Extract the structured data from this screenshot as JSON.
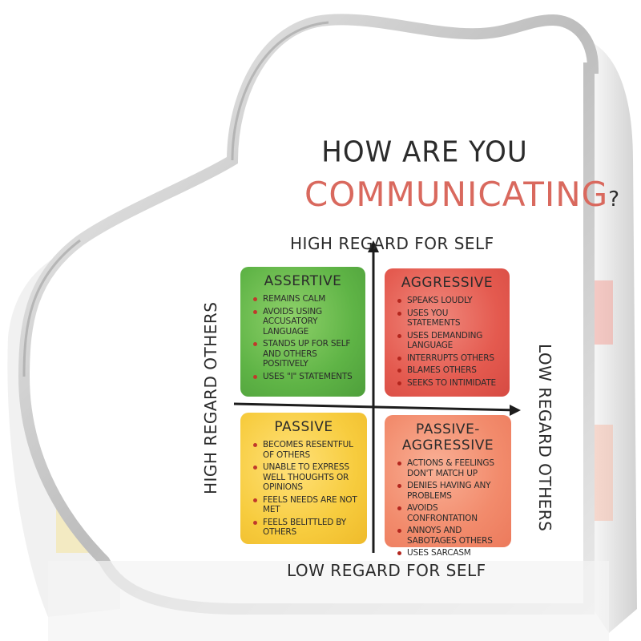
{
  "title": {
    "line1": "HOW ARE YOU",
    "line2": "COMMUNICATING",
    "question_mark": "?"
  },
  "axes": {
    "top": "HIGH REGARD FOR SELF",
    "bottom": "LOW REGARD FOR SELF",
    "left": "HIGH REGARD OTHERS",
    "right": "LOW REGARD OTHERS"
  },
  "quadrants": {
    "assertive": {
      "title": "ASSERTIVE",
      "color": "#5fb446",
      "items": [
        "REMAINS CALM",
        "AVOIDS USING ACCUSATORY LANGUAGE",
        "STANDS UP FOR SELF AND OTHERS POSITIVELY",
        "USES \"I\" STATEMENTS"
      ]
    },
    "aggressive": {
      "title": "AGGRESSIVE",
      "color": "#e45a4f",
      "items": [
        "SPEAKS LOUDLY",
        "USES YOU STATEMENTS",
        "USES DEMANDING LANGUAGE",
        "INTERRUPTS OTHERS",
        "BLAMES OTHERS",
        "SEEKS TO INTIMIDATE"
      ]
    },
    "passive": {
      "title": "PASSIVE",
      "color": "#f7cc3e",
      "items": [
        "BECOMES RESENTFUL OF OTHERS",
        "UNABLE TO EXPRESS WELL THOUGHTS OR OPINIONS",
        "FEELS NEEDS ARE NOT MET",
        "FEELS BELITTLED BY OTHERS"
      ]
    },
    "passive_aggressive": {
      "title": "PASSIVE-AGGRESSIVE",
      "color": "#f28b6c",
      "items": [
        "ACTIONS & FEELINGS DON'T MATCH UP",
        "DENIES HAVING ANY PROBLEMS",
        "AVOIDS CONFRONTATION",
        "ANNOYS AND SABOTAGES OTHERS",
        "USES SARCASM"
      ]
    }
  }
}
